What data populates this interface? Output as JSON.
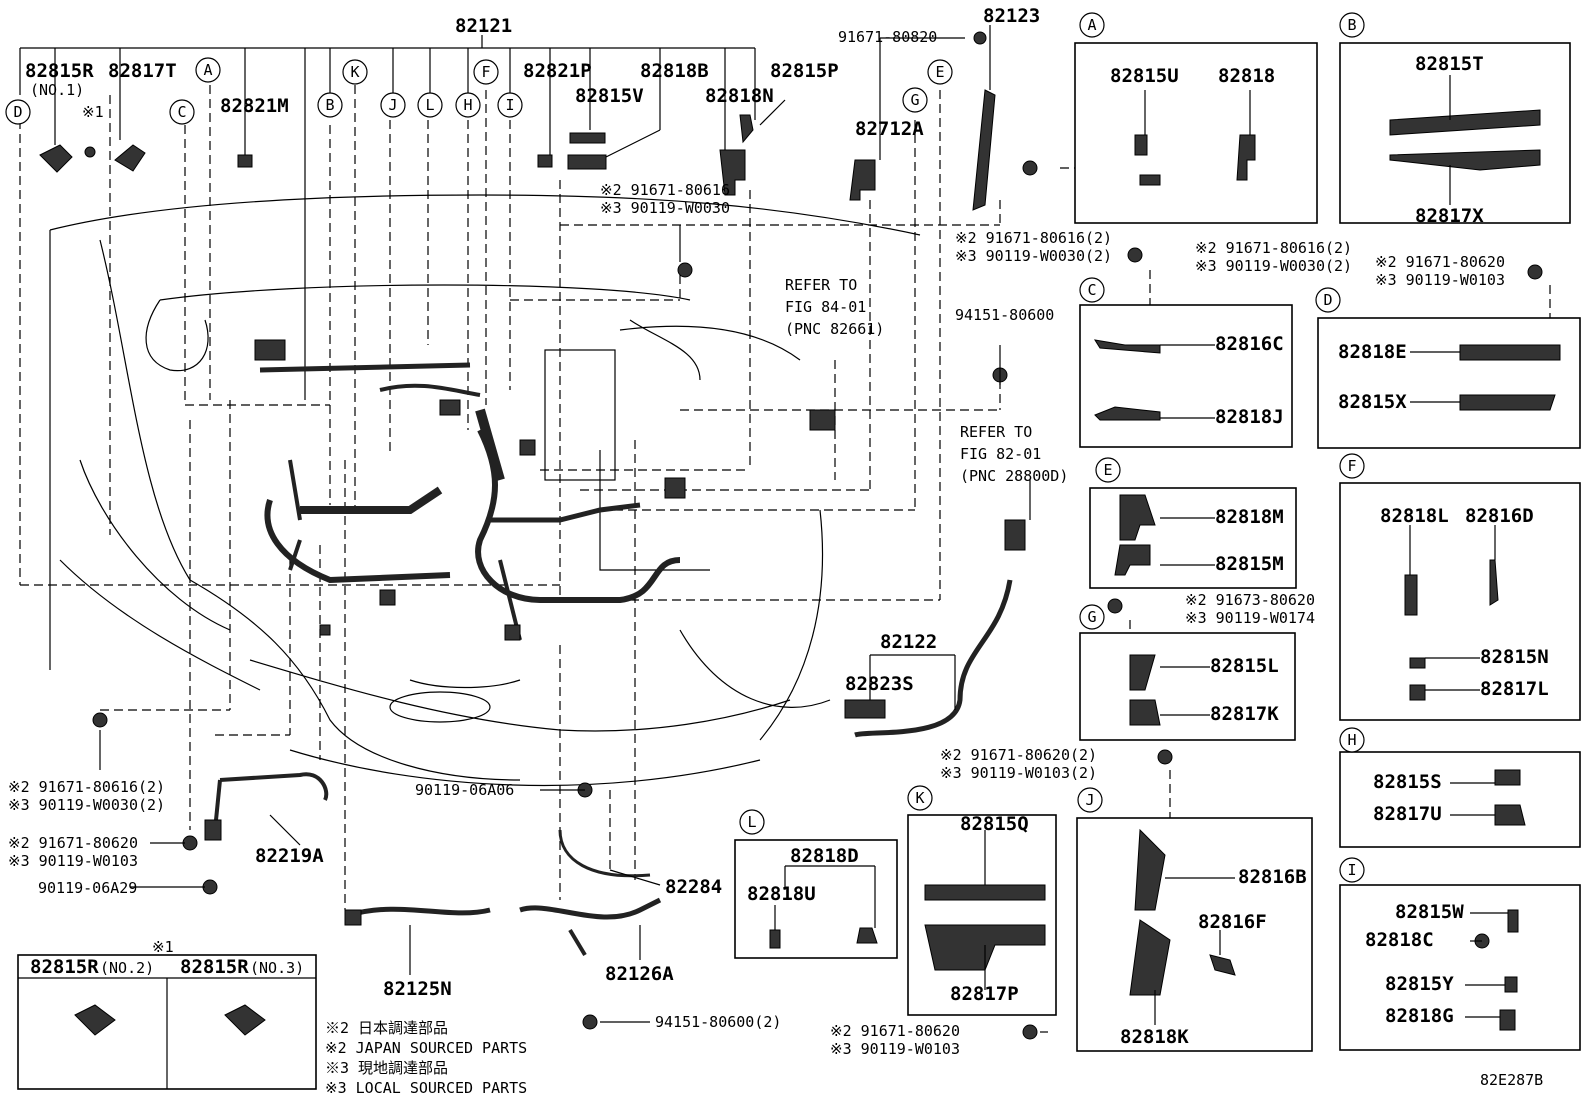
{
  "diagram_code": "82E287B",
  "labels": {
    "p82121": "82121",
    "p82815R": "82815R",
    "no1": "(NO.1)",
    "p82817T": "82817T",
    "p82821M": "82821M",
    "mark1": "※1",
    "p82821P": "82821P",
    "p82818B": "82818B",
    "p82815P": "82815P",
    "p82815V": "82815V",
    "p82818N": "82818N",
    "p82712A": "82712A",
    "b91671_80820": "91671-80820",
    "p82123": "82123",
    "b2_91671_80616": "※2 91671-80616",
    "b3_90119_W0030": "※3 90119-W0030",
    "b2_91671_80616_2a": "※2 91671-80616(2)",
    "b3_90119_W0030_2a": "※3 90119-W0030(2)",
    "refer1a": "REFER TO",
    "refer1b": "FIG 84-01",
    "refer1c": "(PNC 82661)",
    "b94151_80600": "94151-80600",
    "refer2a": "REFER TO",
    "refer2b": "FIG 82-01",
    "refer2c": "(PNC 28800D)",
    "p82122": "82122",
    "p82823S": "82823S",
    "b2_91671_80620_2": "※2 91671-80620(2)",
    "b3_90119_W0103_2": "※3 90119-W0103(2)",
    "b2_91671_80616_2b": "※2 91671-80616(2)",
    "b3_90119_W0030_2b": "※3 90119-W0030(2)",
    "b2_91671_80620a": "※2 91671-80620",
    "b3_90119_W0103a": "※3 90119-W0103",
    "b90119_06A29": "90119-06A29",
    "p82219A": "82219A",
    "b90119_06A06": "90119-06A06",
    "p82284": "82284",
    "p82125N": "82125N",
    "p82126A": "82126A",
    "b94151_80600_2": "94151-80600(2)",
    "b2_91671_80620b": "※2 91671-80620",
    "b3_90119_W0103b": "※3 90119-W0103",
    "note_mark1": "※1",
    "p82815R_no2": "82815R",
    "no2": "(NO.2)",
    "p82815R_no3": "82815R",
    "no3": "(NO.3)",
    "note1": "※2 日本調達部品",
    "note2": "※2 JAPAN SOURCED PARTS",
    "note3": "※3 現地調達部品",
    "note4": "※3 LOCAL SOURCED PARTS"
  },
  "circle_letters": [
    "A",
    "B",
    "C",
    "D",
    "E",
    "F",
    "G",
    "H",
    "I",
    "J",
    "K",
    "L"
  ],
  "insets": {
    "A": [
      "82815U",
      "82818"
    ],
    "B": [
      "82815T",
      "82817X"
    ],
    "C": [
      "82816C",
      "82818J"
    ],
    "D": [
      "82818E",
      "82815X"
    ],
    "E": [
      "82818M",
      "82815M"
    ],
    "F": [
      "82818L",
      "82816D",
      "82815N",
      "82817L"
    ],
    "G": [
      "82815L",
      "82817K"
    ],
    "H": [
      "82815S",
      "82817U"
    ],
    "I": [
      "82815W",
      "82818C",
      "82815Y",
      "82818G"
    ],
    "J": [
      "82816B",
      "82816F",
      "82818K"
    ],
    "K": [
      "82815Q",
      "82817P"
    ],
    "L": [
      "82818D",
      "82818U"
    ]
  },
  "inset_bolts": {
    "C_a": "※2 91671-80616(2)",
    "C_b": "※3 90119-W0030(2)",
    "D_a": "※2 91671-80620",
    "D_b": "※3 90119-W0103",
    "G_a": "※2 91673-80620",
    "G_b": "※3 90119-W0174"
  }
}
